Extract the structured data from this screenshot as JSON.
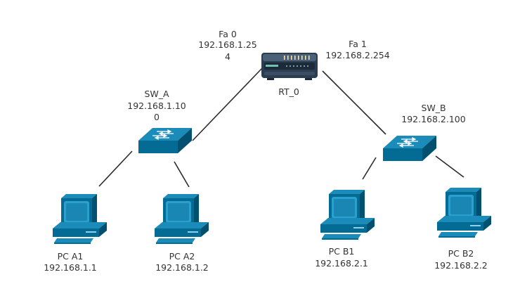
{
  "colors": {
    "device_front": "#036b94",
    "device_top": "#1b8cb9",
    "device_side": "#02506f",
    "screen": "#2aa0cf",
    "router_body": "#2c3d52",
    "router_top": "#4b6178",
    "link": "#2b2b2b",
    "text": "#333333"
  },
  "router": {
    "name": "RT_0",
    "icon": "router-icon",
    "fa0": {
      "name": "Fa 0",
      "ip_line1": "192.168.1.25",
      "ip_line2": "4"
    },
    "fa1": {
      "name": "Fa 1",
      "ip": "192.168.2.254"
    }
  },
  "switches": [
    {
      "name": "SW_A",
      "ip_line1": "192.168.1.10",
      "ip_line2": "0",
      "icon": "switch-icon"
    },
    {
      "name": "SW_B",
      "ip_line1": "192.168.2.100",
      "icon": "switch-icon"
    }
  ],
  "pcs": [
    {
      "name": "PC A1",
      "ip": "192.168.1.1",
      "icon": "pc-icon"
    },
    {
      "name": "PC A2",
      "ip": "192.168.1.2",
      "icon": "pc-icon"
    },
    {
      "name": "PC B1",
      "ip": "192.168.2.1",
      "icon": "pc-icon"
    },
    {
      "name": "PC B2",
      "ip": "192.168.2.2",
      "icon": "pc-icon"
    }
  ]
}
